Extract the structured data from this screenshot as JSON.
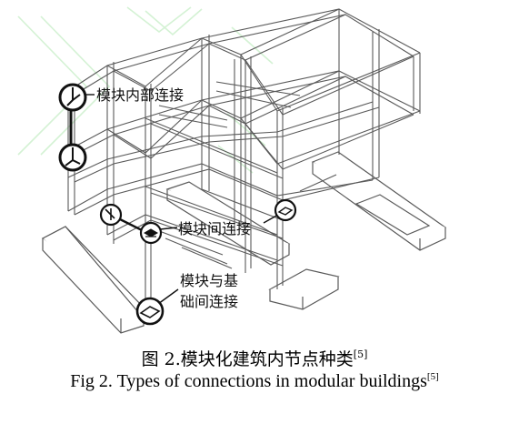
{
  "labels": {
    "internal": "模块内部连接",
    "inter": "模块间连接",
    "foundation_line1": "模块与基",
    "foundation_line2": "础间连接"
  },
  "caption": {
    "cn_text": "图 2.模块化建筑内节点种类",
    "cn_ref": "[5]",
    "en_text": "Fig 2. Types of connections in modular buildings",
    "en_ref": "[5]"
  },
  "colors": {
    "line": "#5a5a5a",
    "dark": "#111111",
    "watermark": "#d4f2d4"
  }
}
